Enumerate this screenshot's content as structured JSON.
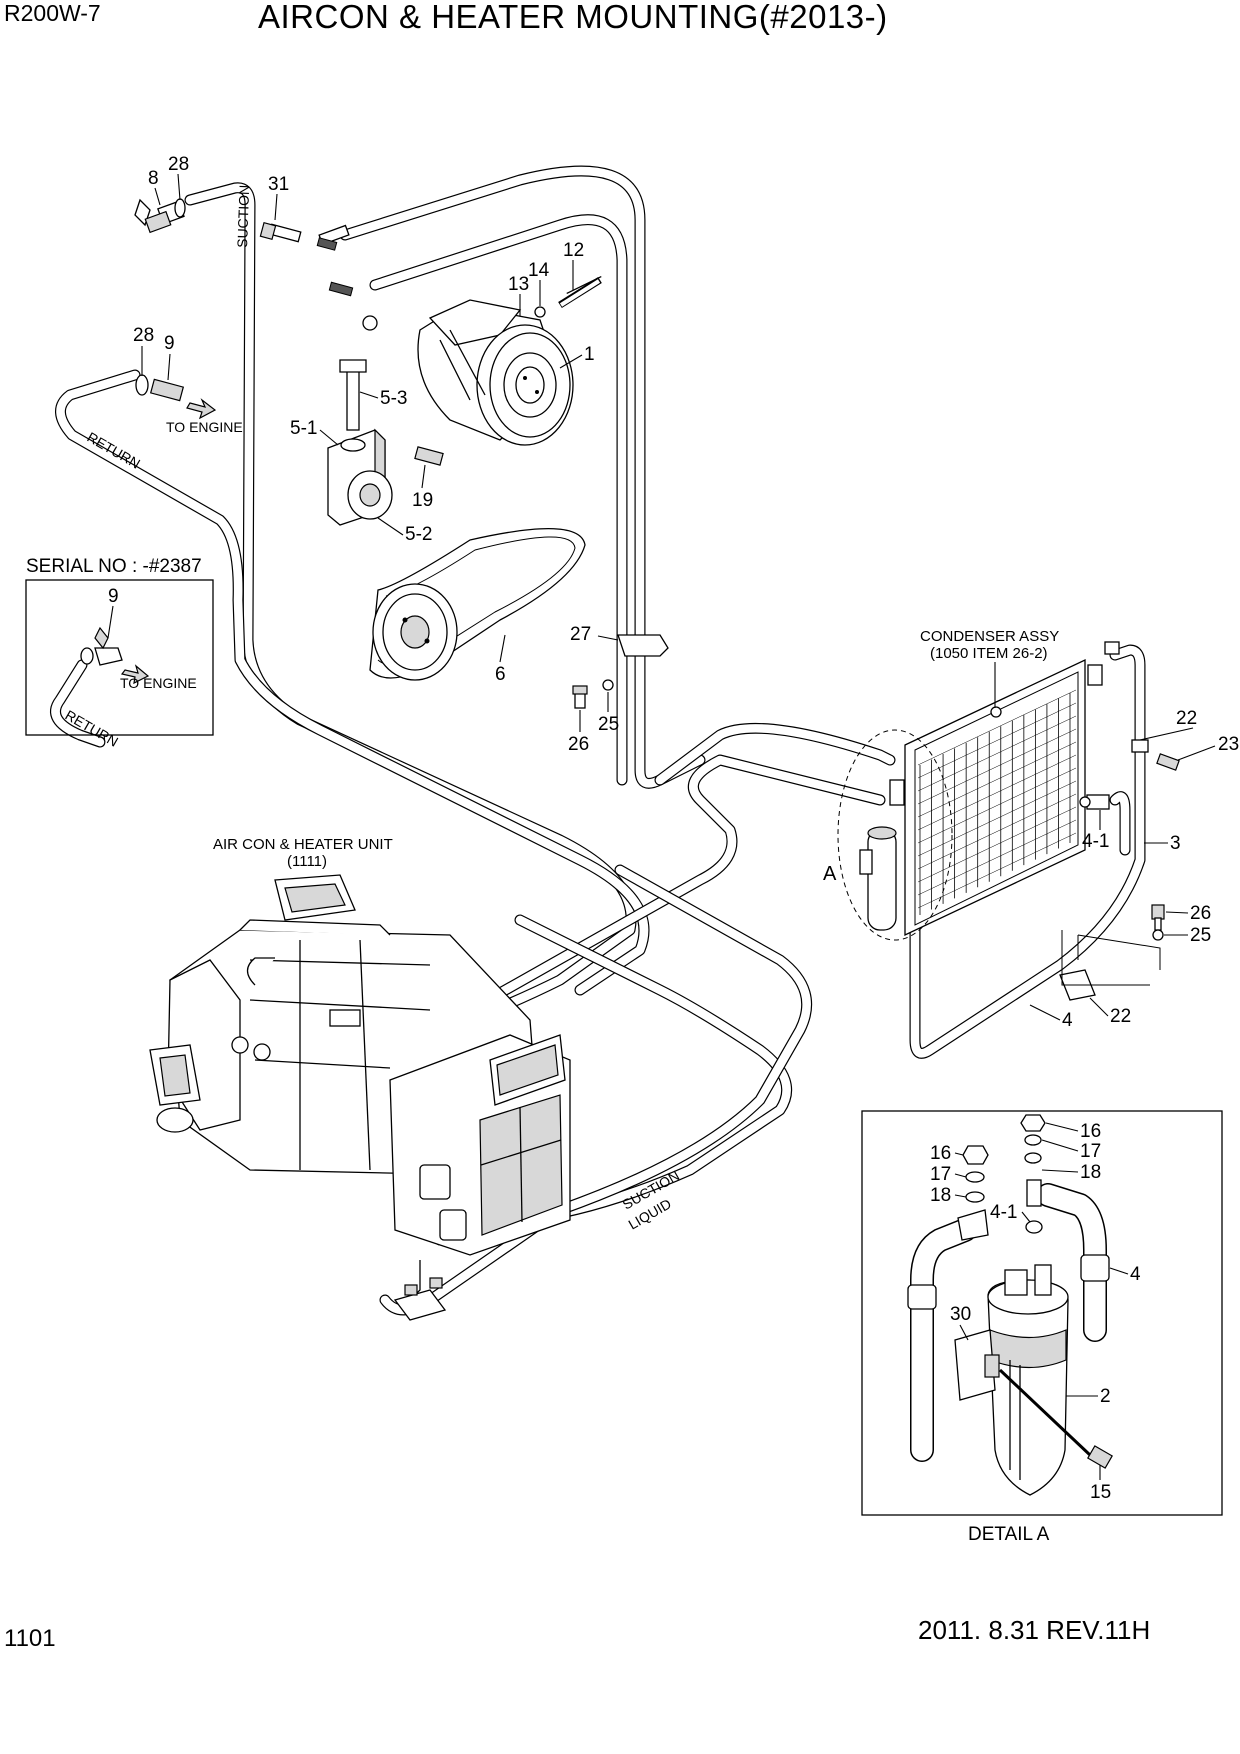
{
  "header": {
    "model": "R200W-7",
    "title": "AIRCON & HEATER MOUNTING(#2013-)"
  },
  "footer": {
    "page_number": "1101",
    "revision": "2011. 8.31 REV.11H"
  },
  "annotations": {
    "to_engine_main": "TO ENGINE",
    "to_engine_inset": "TO ENGINE",
    "serial_no": "SERIAL NO : -#2387",
    "condenser_line1": "CONDENSER ASSY",
    "condenser_line2": "(1050 ITEM 26-2)",
    "aircon_line1": "AIR CON & HEATER UNIT",
    "aircon_line2": "(1111)",
    "detail_a_title": "DETAIL A",
    "detail_marker": "A",
    "hose_suction_1": "SUCTION",
    "hose_return_1": "RETURN",
    "hose_return_2": "RETURN",
    "hose_suction_2": "SUCTION",
    "hose_liquid": "LIQUID"
  },
  "callouts": {
    "c8": "8",
    "c28a": "28",
    "c31": "31",
    "c12": "12",
    "c13": "13",
    "c14": "14",
    "c1": "1",
    "c28b": "28",
    "c9": "9",
    "c5_3": "5-3",
    "c5_1": "5-1",
    "c19": "19",
    "c5_2": "5-2",
    "c9_inset": "9",
    "c6": "6",
    "c27": "27",
    "c25a": "25",
    "c26a": "26",
    "c22a": "22",
    "c23": "23",
    "c4_1a": "4-1",
    "c3": "3",
    "c26b": "26",
    "c25b": "25",
    "c4a": "4",
    "c22b": "22",
    "d16a": "16",
    "d17a": "17",
    "d18a": "18",
    "d16b": "16",
    "d17b": "17",
    "d18b": "18",
    "d4_1": "4-1",
    "d4": "4",
    "d30": "30",
    "d2": "2",
    "d15": "15"
  }
}
